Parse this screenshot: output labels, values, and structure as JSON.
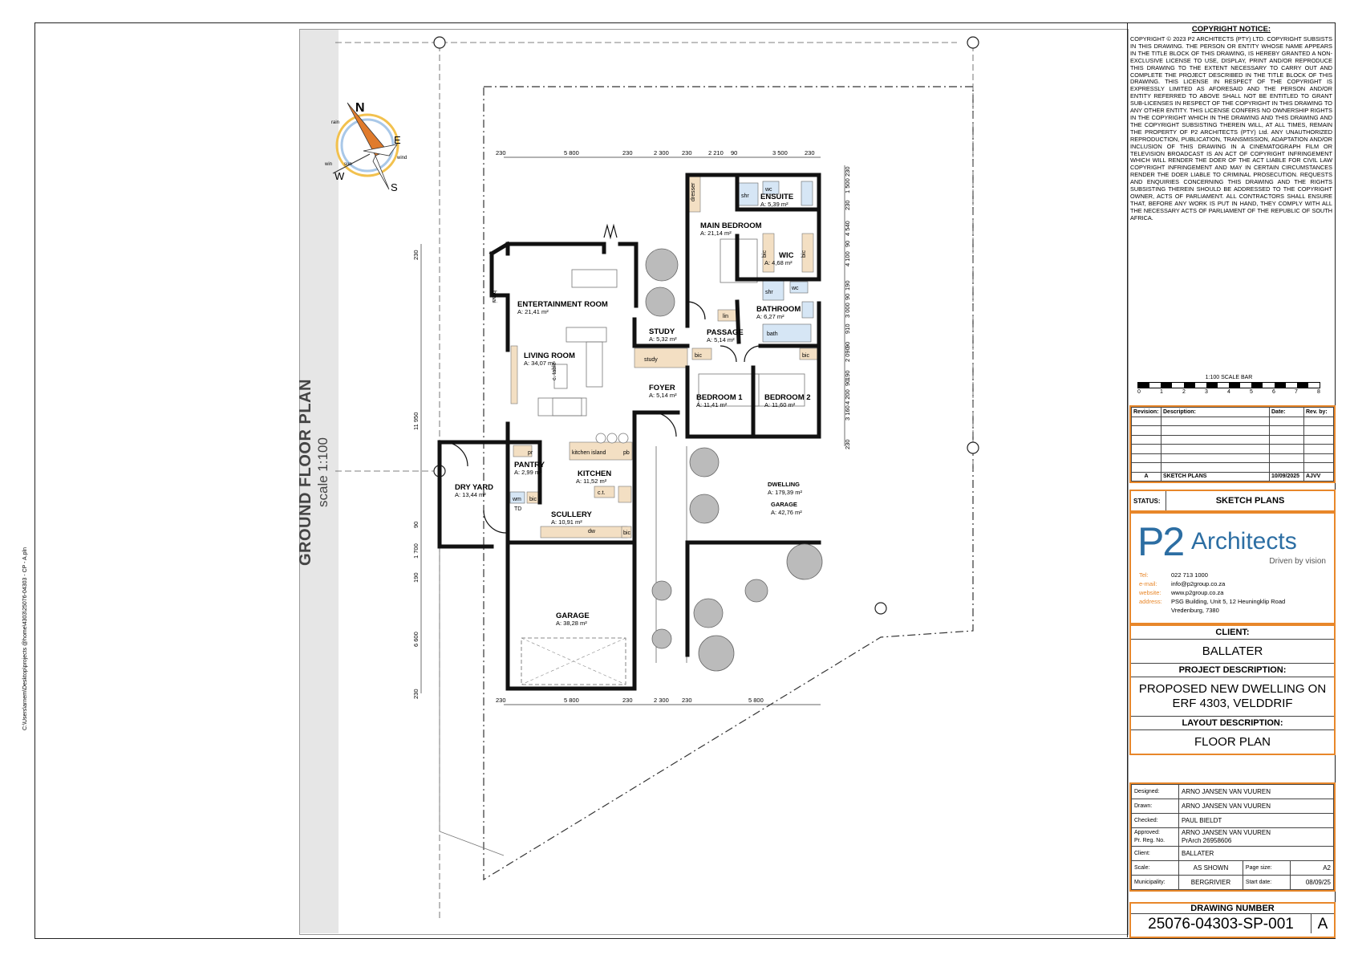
{
  "side_path": "C:\\Users\\arnem\\Desktop\\projects @home\\4303\\25076-04303 - CP - A.pln",
  "drawing_title": "GROUND FLOOR PLAN",
  "drawing_scale": "scale 1:100",
  "compass": {
    "north": "N",
    "east": "E",
    "south": "S",
    "west": "W",
    "rain": "rain",
    "wind_e": "wind",
    "wind_w": "win",
    "sun": "sun"
  },
  "rooms": [
    {
      "key": "entertainment",
      "name": "ENTERTAINMENT ROOM",
      "area": "A: 21,41 m²"
    },
    {
      "key": "living",
      "name": "LIVING ROOM",
      "area": "A: 34,07 m²"
    },
    {
      "key": "study",
      "name": "STUDY",
      "area": "A: 5,32 m²"
    },
    {
      "key": "passage",
      "name": "PASSAGE",
      "area": "A: 5,14 m²"
    },
    {
      "key": "main_bedroom",
      "name": "MAIN BEDROOM",
      "area": "A: 21,14 m²"
    },
    {
      "key": "ensuite",
      "name": "ENSUITE",
      "area": "A: 5,39 m²"
    },
    {
      "key": "wic",
      "name": "WIC",
      "area": "A: 4,68 m²"
    },
    {
      "key": "bathroom",
      "name": "BATHROOM",
      "area": "A: 6,27 m²"
    },
    {
      "key": "foyer",
      "name": "FOYER",
      "area": "A: 5,14 m²"
    },
    {
      "key": "bedroom1",
      "name": "BEDROOM 1",
      "area": "A: 11,41 m²"
    },
    {
      "key": "bedroom2",
      "name": "BEDROOM 2",
      "area": "A: 11,60 m²"
    },
    {
      "key": "pantry",
      "name": "PANTRY",
      "area": "A: 2,99 m²"
    },
    {
      "key": "kitchen",
      "name": "KITCHEN",
      "area": "A: 11,52 m²"
    },
    {
      "key": "dry_yard",
      "name": "DRY YARD",
      "area": "A: 13,44 m²"
    },
    {
      "key": "scullery",
      "name": "SCULLERY",
      "area": "A: 10,91 m²"
    },
    {
      "key": "garage",
      "name": "GARAGE",
      "area": "A: 38,28 m²"
    }
  ],
  "summary": {
    "dwelling_label": "DWELLING",
    "dwelling_area": "A: 179,39 m²",
    "garage_label": "GARAGE",
    "garage_area": "A: 42,76 m²"
  },
  "fixtures": [
    "braai",
    "shr",
    "wc",
    "dresser",
    "bic",
    "bic",
    "shr",
    "wc",
    "bath",
    "lin",
    "study",
    "bic",
    "bic",
    "c. table",
    "kitchen island",
    "pb",
    "pr",
    "wm",
    "bic",
    "TD",
    "c.t.",
    "dw",
    "bic"
  ],
  "dimensions": {
    "top": [
      "230",
      "5 800",
      "230",
      "2 300",
      "230",
      "2 210",
      "90",
      "3 500",
      "230"
    ],
    "bottom": [
      "230",
      "5 800",
      "230",
      "2 300",
      "230",
      "5 800"
    ],
    "left": [
      "230",
      "11 950",
      "90",
      "1 700",
      "190",
      "6 600",
      "230"
    ],
    "right": [
      "230",
      "1 500",
      "230",
      "4 540",
      "90",
      "4 100",
      "190",
      "90",
      "3 000",
      "910",
      "90",
      "2 090",
      "190",
      "90",
      "4 200",
      "3 160",
      "230"
    ]
  },
  "copyright": {
    "heading": "COPYRIGHT NOTICE:",
    "text": "COPYRIGHT © 2023 P2 ARCHITECTS (PTY) LTD. COPYRIGHT SUBSISTS IN THIS DRAWING. THE PERSON OR ENTITY WHOSE NAME APPEARS IN THE TITLE BLOCK OF THIS DRAWING, IS HEREBY GRANTED A NON-EXCLUSIVE LICENSE TO USE, DISPLAY, PRINT AND/OR REPRODUCE THIS DRAWING TO THE EXTENT NECESSARY TO CARRY OUT AND COMPLETE THE PROJECT DESCRIBED IN THE TITLE BLOCK OF THIS DRAWING. THIS LICENSE IN RESPECT OF THE COPYRIGHT IS EXPRESSLY LIMITED AS AFORESAID AND THE PERSON AND/OR ENTITY REFERRED TO ABOVE SHALL NOT BE ENTITLED TO GRANT SUB-LICENSES IN RESPECT OF THE COPYRIGHT IN THIS DRAWING TO ANY OTHER ENTITY. THIS LICENSE CONFERS NO OWNERSHIP RIGHTS IN THE COPYRIGHT WHICH IN THE DRAWING AND THIS DRAWING AND THE COPYRIGHT SUBSISTING THEREIN WILL, AT ALL TIMES, REMAIN THE PROPERTY OF P2 ARCHITECTS (PTY) Ltd. ANY UNAUTHORIZED REPRODUCTION, PUBLICATION, TRANSMISSION, ADAPTATION AND/OR INCLUSION OF THIS DRAWING IN A CINEMATOGRAPH FILM OR TELEVISION BROADCAST IS AN ACT OF COPYRIGHT INFRINGEMENT WHICH WILL RENDER THE DOER OF THE ACT LIABLE FOR CIVIL LAW COPYRIGHT INFRINGEMENT AND MAY IN CERTAIN CIRCUMSTANCES RENDER THE DOER LIABLE TO CRIMINAL PROSECUTION. REQUESTS AND ENQUIRIES CONCERNING THIS DRAWING AND THE RIGHTS SUBSISTING THEREIN SHOULD BE ADDRESSED TO THE COPYRIGHT OWNER, ACTS OF PARLIAMENT. ALL CONTRACTORS SHALL ENSURE THAT, BEFORE ANY WORK IS PUT IN HAND, THEY COMPLY WITH ALL THE NECESSARY ACTS OF PARLIAMENT OF THE REPUBLIC OF SOUTH AFRICA."
  },
  "scale_bar": {
    "title": "1:100 SCALE BAR",
    "ticks": [
      "0",
      "1",
      "2",
      "3",
      "4",
      "5",
      "6",
      "7",
      "8"
    ]
  },
  "revision_table": {
    "headers": [
      "Revision:",
      "Description:",
      "Date:",
      "Rev. by:"
    ],
    "rows": [
      {
        "rev": "A",
        "desc": "SKETCH PLANS",
        "date": "10/09/2025",
        "by": "AJVV"
      }
    ]
  },
  "status": {
    "label": "STATUS:",
    "value": "SKETCH PLANS"
  },
  "firm": {
    "logo_mark": "P2",
    "name": "Architects",
    "tagline": "Driven by vision",
    "contacts": [
      {
        "k": "Tel:",
        "v": "022 713 1000"
      },
      {
        "k": "e-mail:",
        "v": "info@p2group.co.za"
      },
      {
        "k": "website:",
        "v": "www.p2group.co.za"
      },
      {
        "k": "address:",
        "v": "PSG Building, Unit 5, 12 Heuningklip Road"
      },
      {
        "k": "",
        "v": "Vredenburg, 7380"
      }
    ]
  },
  "client": {
    "heading": "CLIENT:",
    "value": "BALLATER"
  },
  "project": {
    "heading": "PROJECT DESCRIPTION:",
    "line1": "PROPOSED NEW DWELLING ON",
    "line2": "ERF 4303, VELDDRIF"
  },
  "layout": {
    "heading": "LAYOUT DESCRIPTION:",
    "value": "FLOOR PLAN"
  },
  "people": {
    "designed_label": "Designed:",
    "designed": "ARNO JANSEN VAN VUUREN",
    "drawn_label": "Drawn:",
    "drawn": "ARNO JANSEN VAN VUUREN",
    "checked_label": "Checked:",
    "checked": "PAUL BIELDT",
    "approved_label": "Approved:",
    "approved": "ARNO JANSEN VAN VUUREN",
    "reg_label": "Pr. Reg. No.",
    "reg": "PrArch 26958606",
    "client_label": "Client:",
    "client": "BALLATER",
    "scale_label": "Scale:",
    "scale": "AS SHOWN",
    "pagesize_label": "Page size:",
    "pagesize": "A2",
    "municipality_label": "Municipality:",
    "municipality": "BERGRIVIER",
    "start_label": "Start date:",
    "start": "08/09/25"
  },
  "drawing_number": {
    "heading": "DRAWING NUMBER",
    "number": "25076-04303-SP-001",
    "revision": "A"
  },
  "colors": {
    "accent_orange": "#e8872a",
    "logo_blue": "#2c6ea3",
    "fixture_tan": "#f3dfc3",
    "wet_blue": "#d6e6f5"
  }
}
